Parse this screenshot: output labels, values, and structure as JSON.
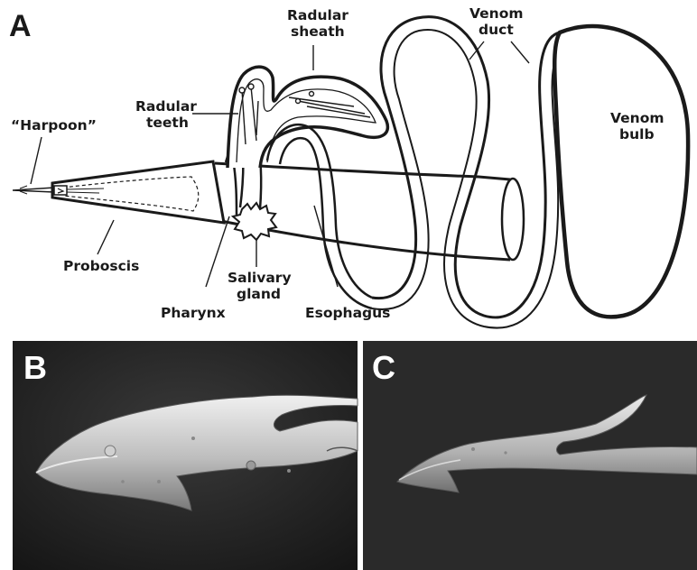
{
  "panels": {
    "a": {
      "letter": "A"
    },
    "b": {
      "letter": "B"
    },
    "c": {
      "letter": "C"
    }
  },
  "labels": {
    "harpoon": "“Harpoon”",
    "radular_teeth_1": "Radular",
    "radular_teeth_2": "teeth",
    "radular_sheath_1": "Radular",
    "radular_sheath_2": "sheath",
    "venom_duct_1": "Venom",
    "venom_duct_2": "duct",
    "venom_bulb_1": "Venom",
    "venom_bulb_2": "bulb",
    "proboscis": "Proboscis",
    "salivary_gland_1": "Salivary",
    "salivary_gland_2": "gland",
    "pharynx": "Pharynx",
    "esophagus": "Esophagus"
  },
  "colors": {
    "line": "#1a1a1a",
    "background": "#ffffff",
    "micrograph_bg": "#262626",
    "tooth_light": "#d8d8d8",
    "tooth_mid": "#a8a8a8"
  }
}
